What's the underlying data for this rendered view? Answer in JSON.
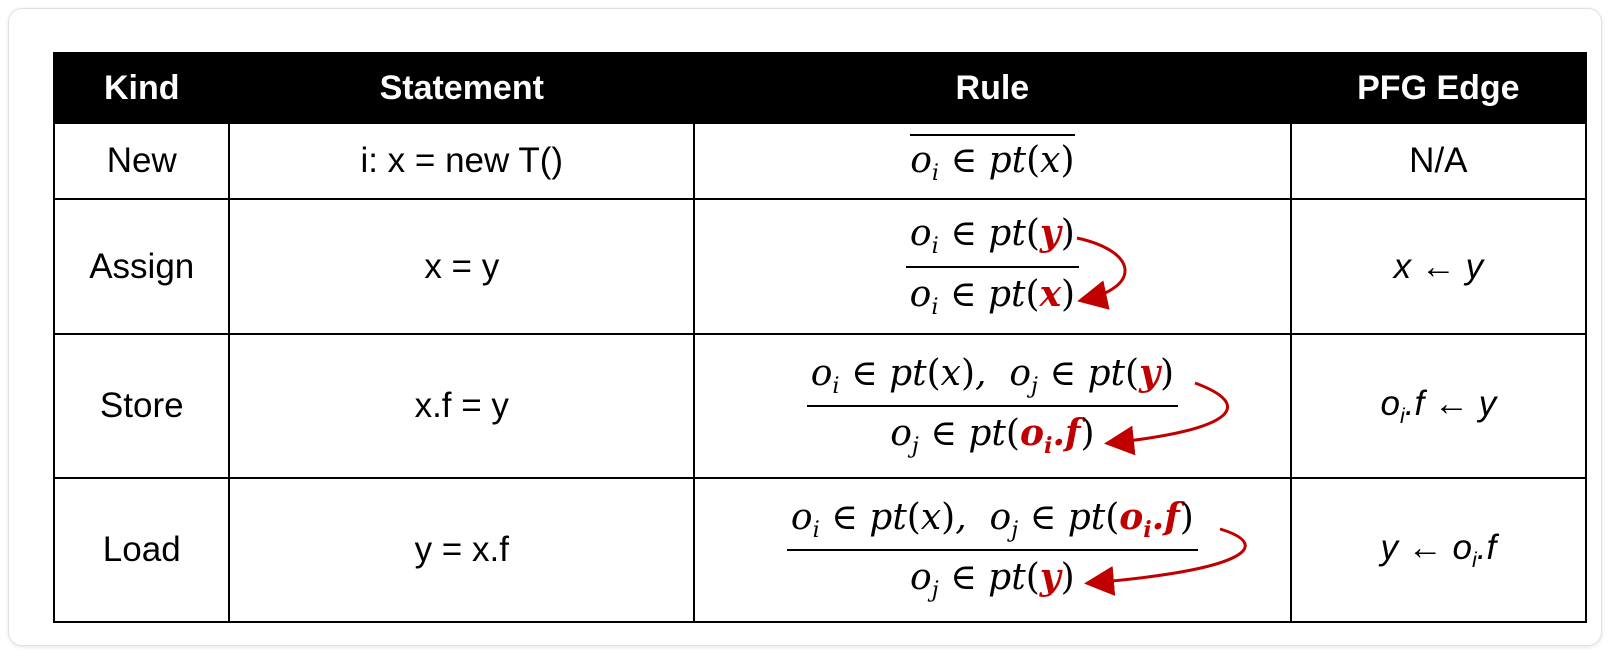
{
  "table": {
    "headers": {
      "kind": "Kind",
      "statement": "Statement",
      "rule": "Rule",
      "pfg_edge": "PFG Edge"
    },
    "rows": [
      {
        "kind": "New",
        "statement": "i: x = new T()",
        "rule": {
          "premise": "",
          "conclusion": "o_i ∈ pt(x)"
        },
        "pfg_edge": "N/A"
      },
      {
        "kind": "Assign",
        "statement": "x = y",
        "rule": {
          "premise": "o_i ∈ pt(y)",
          "conclusion": "o_i ∈ pt(x)"
        },
        "pfg_edge": "x ← y"
      },
      {
        "kind": "Store",
        "statement": "x.f = y",
        "rule": {
          "premise": "o_i ∈ pt(x),  o_j ∈ pt(y)",
          "conclusion": "o_j ∈ pt(o_i.f)"
        },
        "pfg_edge": "o_i.f ← y"
      },
      {
        "kind": "Load",
        "statement": "y = x.f",
        "rule": {
          "premise": "o_i ∈ pt(x),  o_j ∈ pt(o_i.f)",
          "conclusion": "o_j ∈ pt(y)"
        },
        "pfg_edge": "y ← o_i.f"
      }
    ]
  },
  "colors": {
    "header_bg": "#000000",
    "highlight": "#c00000",
    "arrow": "#c00000"
  },
  "icons": [
    "flow-arrow"
  ]
}
